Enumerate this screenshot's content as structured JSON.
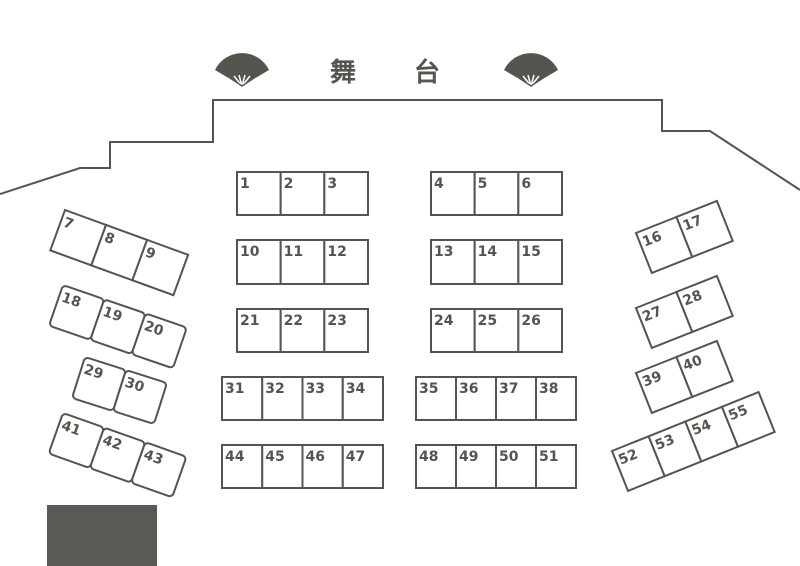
{
  "stage": {
    "title_chars": [
      "舞",
      "台"
    ],
    "icon": "folding-fan-icon"
  },
  "colors": {
    "ink": "#55544f",
    "block": "#5a5955"
  },
  "seat_groups": [
    {
      "id": "center-left-row1",
      "seats": [
        "1",
        "2",
        "3"
      ]
    },
    {
      "id": "center-right-row1",
      "seats": [
        "4",
        "5",
        "6"
      ]
    },
    {
      "id": "center-left-row2",
      "seats": [
        "10",
        "11",
        "12"
      ]
    },
    {
      "id": "center-right-row2",
      "seats": [
        "13",
        "14",
        "15"
      ]
    },
    {
      "id": "center-left-row3",
      "seats": [
        "21",
        "22",
        "23"
      ]
    },
    {
      "id": "center-right-row3",
      "seats": [
        "24",
        "25",
        "26"
      ]
    },
    {
      "id": "center-left-row4",
      "seats": [
        "31",
        "32",
        "33",
        "34"
      ]
    },
    {
      "id": "center-right-row4",
      "seats": [
        "35",
        "36",
        "37",
        "38"
      ]
    },
    {
      "id": "center-left-row5",
      "seats": [
        "44",
        "45",
        "46",
        "47"
      ]
    },
    {
      "id": "center-right-row5",
      "seats": [
        "48",
        "49",
        "50",
        "51"
      ]
    },
    {
      "id": "left-wing-1",
      "seats": [
        "7",
        "8",
        "9"
      ]
    },
    {
      "id": "left-wing-2",
      "seats": [
        "18",
        "19",
        "20"
      ]
    },
    {
      "id": "left-wing-3",
      "seats": [
        "29",
        "30"
      ]
    },
    {
      "id": "left-wing-4",
      "seats": [
        "41",
        "42",
        "43"
      ]
    },
    {
      "id": "right-wing-1",
      "seats": [
        "16",
        "17"
      ]
    },
    {
      "id": "right-wing-2",
      "seats": [
        "27",
        "28"
      ]
    },
    {
      "id": "right-wing-3",
      "seats": [
        "39",
        "40"
      ]
    },
    {
      "id": "right-wing-4",
      "seats": [
        "52",
        "53",
        "54",
        "55"
      ]
    }
  ]
}
